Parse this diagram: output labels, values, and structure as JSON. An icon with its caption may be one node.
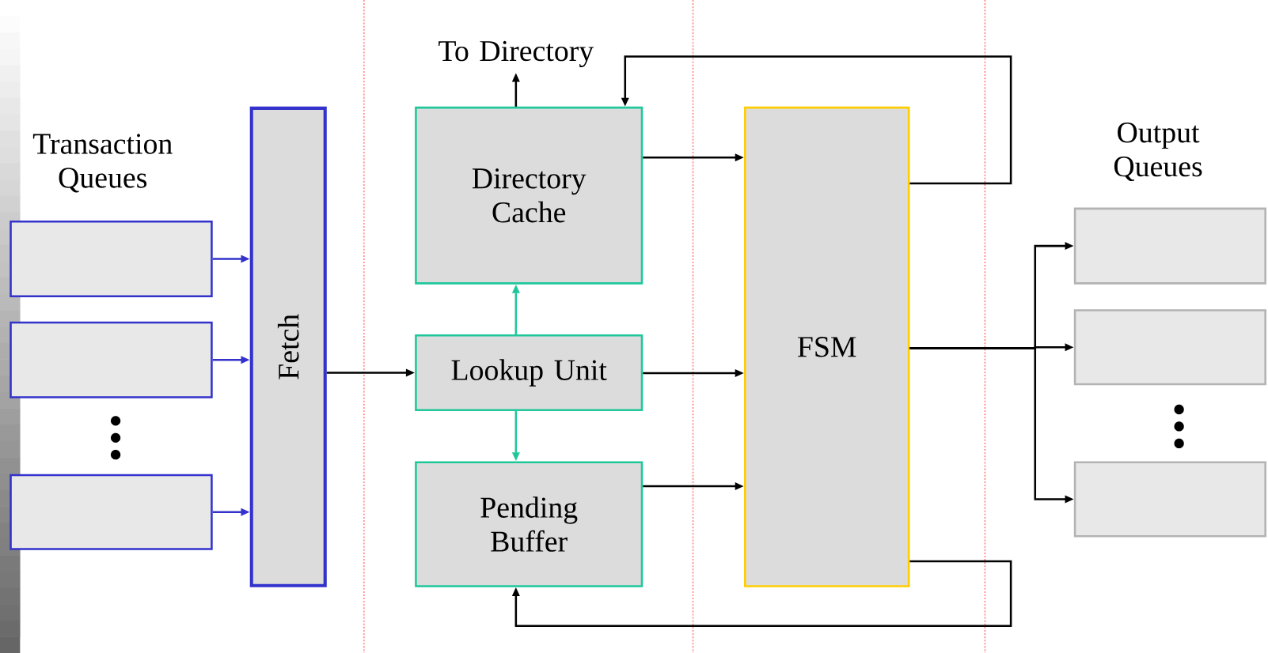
{
  "diagram": {
    "nodes": [
      {
        "text": [],
        "shape": "box"
      },
      {
        "text": [],
        "shape": "box"
      },
      {
        "text": [],
        "shape": "box"
      },
      {
        "text": [
          "Fetch"
        ]
      },
      {
        "text": [
          "To Directory"
        ]
      },
      {
        "text": [
          "Directory Cache"
        ]
      },
      {
        "text": [
          "Lookup Unit"
        ]
      },
      {
        "text": [
          "Pending Buffer"
        ]
      },
      {
        "text": [
          "FSM"
        ]
      },
      {
        "text": [],
        "shape": "box"
      },
      {
        "text": [],
        "shape": "box"
      },
      {
        "text": [],
        "shape": "box"
      }
    ],
    "edges": [
      {
        "from": 0,
        "to": 3,
        "arrow": "to",
        "color": "#3333cc"
      },
      {
        "from": 1,
        "to": 3,
        "arrow": "to",
        "color": "#3333cc"
      },
      {
        "from": 2,
        "to": 3,
        "arrow": "to",
        "color": "#3333cc"
      },
      {
        "from": 3,
        "to": 6,
        "arrow": "to"
      },
      {
        "from": 5,
        "to": 4,
        "arrow": "to"
      },
      {
        "from": 6,
        "to": 5,
        "arrow": "to",
        "color": "#1fc79a"
      },
      {
        "from": 6,
        "to": 7,
        "arrow": "to",
        "color": "#1fc79a"
      },
      {
        "from": 5,
        "to": 8,
        "arrow": "to"
      },
      {
        "from": 6,
        "to": 8,
        "arrow": "to"
      },
      {
        "from": 7,
        "to": 8,
        "arrow": "to"
      },
      {
        "from": 8,
        "to": 5,
        "arrow": "to"
      },
      {
        "from": 8,
        "to": 7,
        "arrow": "to"
      },
      {
        "from": 8,
        "to": 9,
        "arrow": "to"
      },
      {
        "from": 8,
        "to": 10,
        "arrow": "to"
      },
      {
        "from": 8,
        "to": 11,
        "arrow": "to"
      }
    ],
    "labels": [
      "Transaction Queues",
      "Output Queues"
    ]
  }
}
